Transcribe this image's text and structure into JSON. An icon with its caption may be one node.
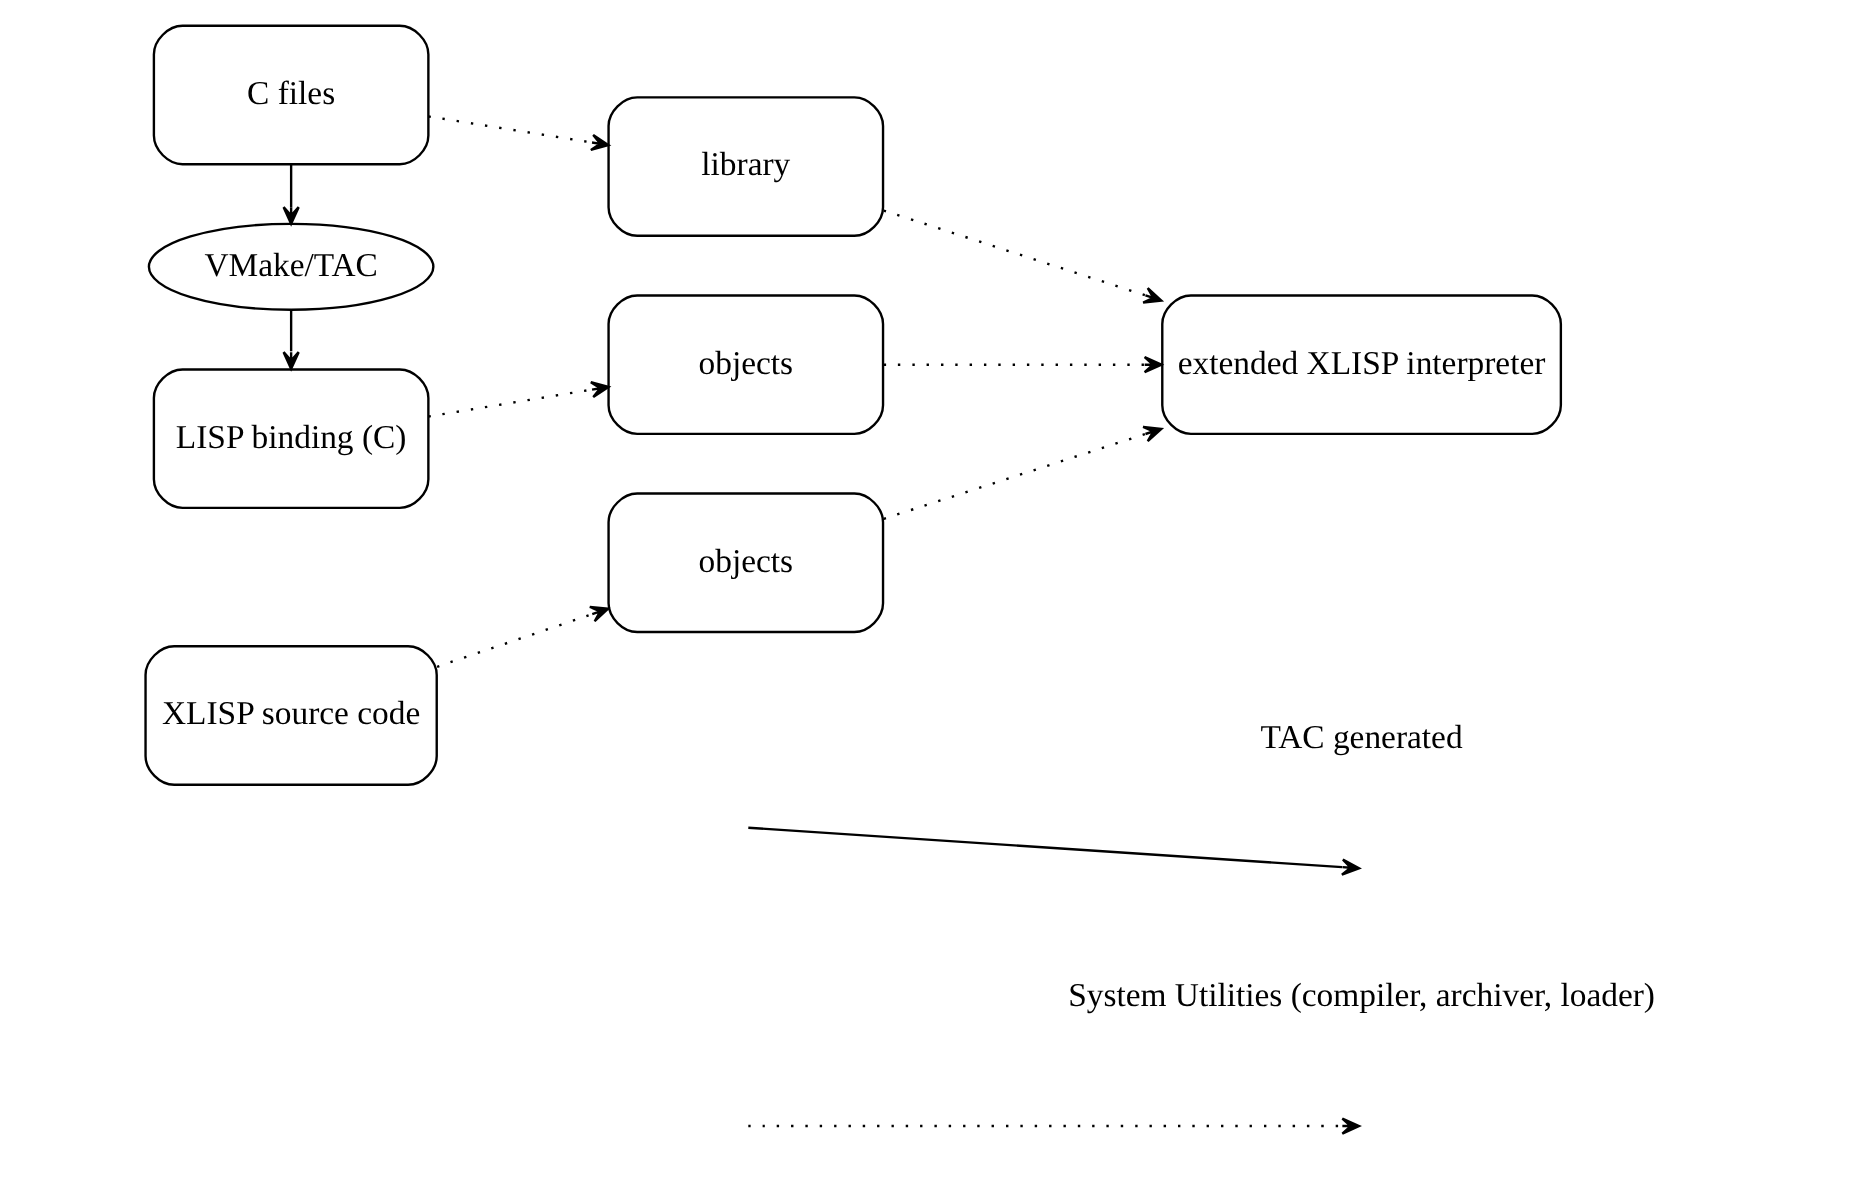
{
  "diagram": {
    "nodes": [
      {
        "text": [
          "C files"
        ]
      },
      {
        "text": [
          "library"
        ]
      },
      {
        "text": [
          "VMake/TAC"
        ]
      },
      {
        "text": [
          "LISP binding (C)"
        ]
      },
      {
        "text": [
          "objects"
        ]
      },
      {
        "text": [
          "XLISP source code"
        ]
      },
      {
        "text": [
          "objects"
        ]
      },
      {
        "text": [
          "extended XLISP interpreter"
        ]
      }
    ],
    "edges": [
      {
        "from": 0,
        "to": 1,
        "arrow": "to",
        "style": "dashed"
      },
      {
        "from": 0,
        "to": 2,
        "arrow": "to"
      },
      {
        "from": 2,
        "to": 3,
        "arrow": "to"
      },
      {
        "from": 3,
        "to": 4,
        "arrow": "to",
        "style": "dashed"
      },
      {
        "from": 5,
        "to": 6,
        "arrow": "to",
        "style": "dashed"
      },
      {
        "from": 1,
        "to": 7,
        "arrow": "to",
        "style": "dashed"
      },
      {
        "from": 4,
        "to": 7,
        "arrow": "to",
        "style": "dashed"
      },
      {
        "from": 6,
        "to": 7,
        "arrow": "to",
        "style": "dashed"
      }
    ],
    "legend": [
      {
        "text": "TAC generated"
      },
      {
        "text": "System Utilities (compiler, archiver, loader)"
      }
    ]
  }
}
